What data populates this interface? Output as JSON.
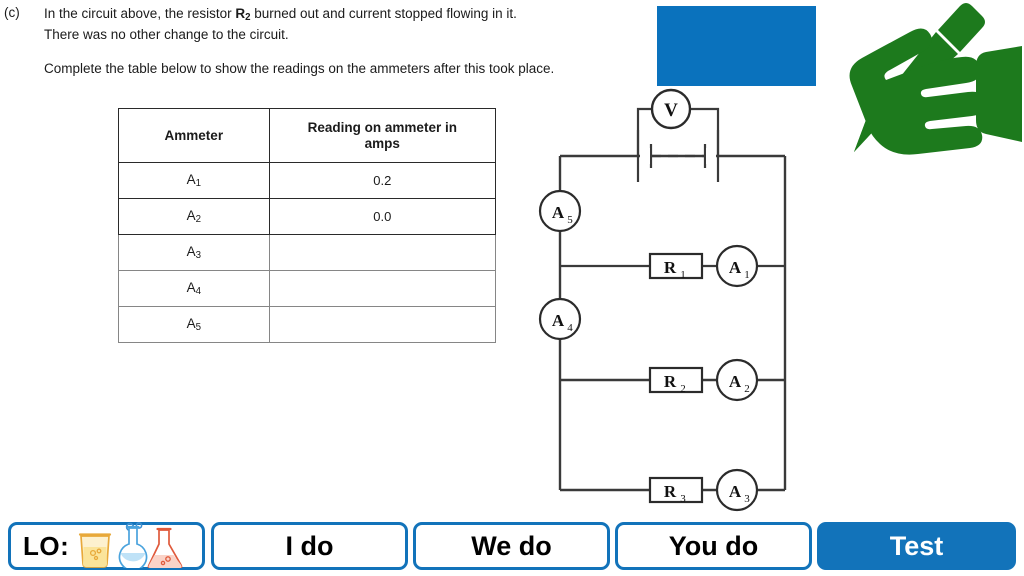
{
  "question": {
    "marker": "(c)",
    "line1_pre": "In the circuit above, the resistor ",
    "line1_bold": "R",
    "line1_bold_sub": "2",
    "line1_post": " burned out and current stopped flowing in it.",
    "line2": "There was no other change to the circuit.",
    "line3": "Complete the table below to show the readings on the ammeters after this took place."
  },
  "table": {
    "headers": [
      "Ammeter",
      "Reading on ammeter in amps"
    ],
    "header_col1": "Ammeter",
    "header_col2_line1": "Reading on ammeter in",
    "header_col2_line2": "amps",
    "rows": [
      {
        "name": "A",
        "sub": "1",
        "value": "0.2"
      },
      {
        "name": "A",
        "sub": "2",
        "value": "0.0"
      },
      {
        "name": "A",
        "sub": "3",
        "value": ""
      },
      {
        "name": "A",
        "sub": "4",
        "value": ""
      },
      {
        "name": "A",
        "sub": "5",
        "value": ""
      }
    ]
  },
  "circuit": {
    "voltmeter": {
      "label": "V"
    },
    "battery": {
      "cells": 2,
      "dashed_between": true
    },
    "meters": [
      {
        "id": "A5",
        "letter": "A",
        "sub": "5",
        "position": "left-rail-upper"
      },
      {
        "id": "A4",
        "letter": "A",
        "sub": "4",
        "position": "left-rail-lower"
      },
      {
        "id": "A1",
        "letter": "A",
        "sub": "1",
        "position": "branch-1-right"
      },
      {
        "id": "A2",
        "letter": "A",
        "sub": "2",
        "position": "branch-2-right"
      },
      {
        "id": "A3",
        "letter": "A",
        "sub": "3",
        "position": "branch-3-right"
      }
    ],
    "resistors": [
      {
        "id": "R1",
        "letter": "R",
        "sub": "1",
        "position": "branch-1"
      },
      {
        "id": "R2",
        "letter": "R",
        "sub": "2",
        "position": "branch-2"
      },
      {
        "id": "R3",
        "letter": "R",
        "sub": "3",
        "position": "branch-3"
      }
    ]
  },
  "decoration": {
    "blue_box": {
      "color": "#0a72bd"
    },
    "hand_icon": {
      "name": "hand-writing-pen-icon",
      "color": "#1d7a1d"
    }
  },
  "navbar": {
    "lo_label": "LO:",
    "buttons": [
      {
        "id": "i-do",
        "label": "I do",
        "active": false
      },
      {
        "id": "we-do",
        "label": "We do",
        "active": false
      },
      {
        "id": "you-do",
        "label": "You do",
        "active": false
      },
      {
        "id": "test",
        "label": "Test",
        "active": true
      }
    ],
    "accent_color": "#1273ba",
    "active_text_color": "#ffffff"
  }
}
